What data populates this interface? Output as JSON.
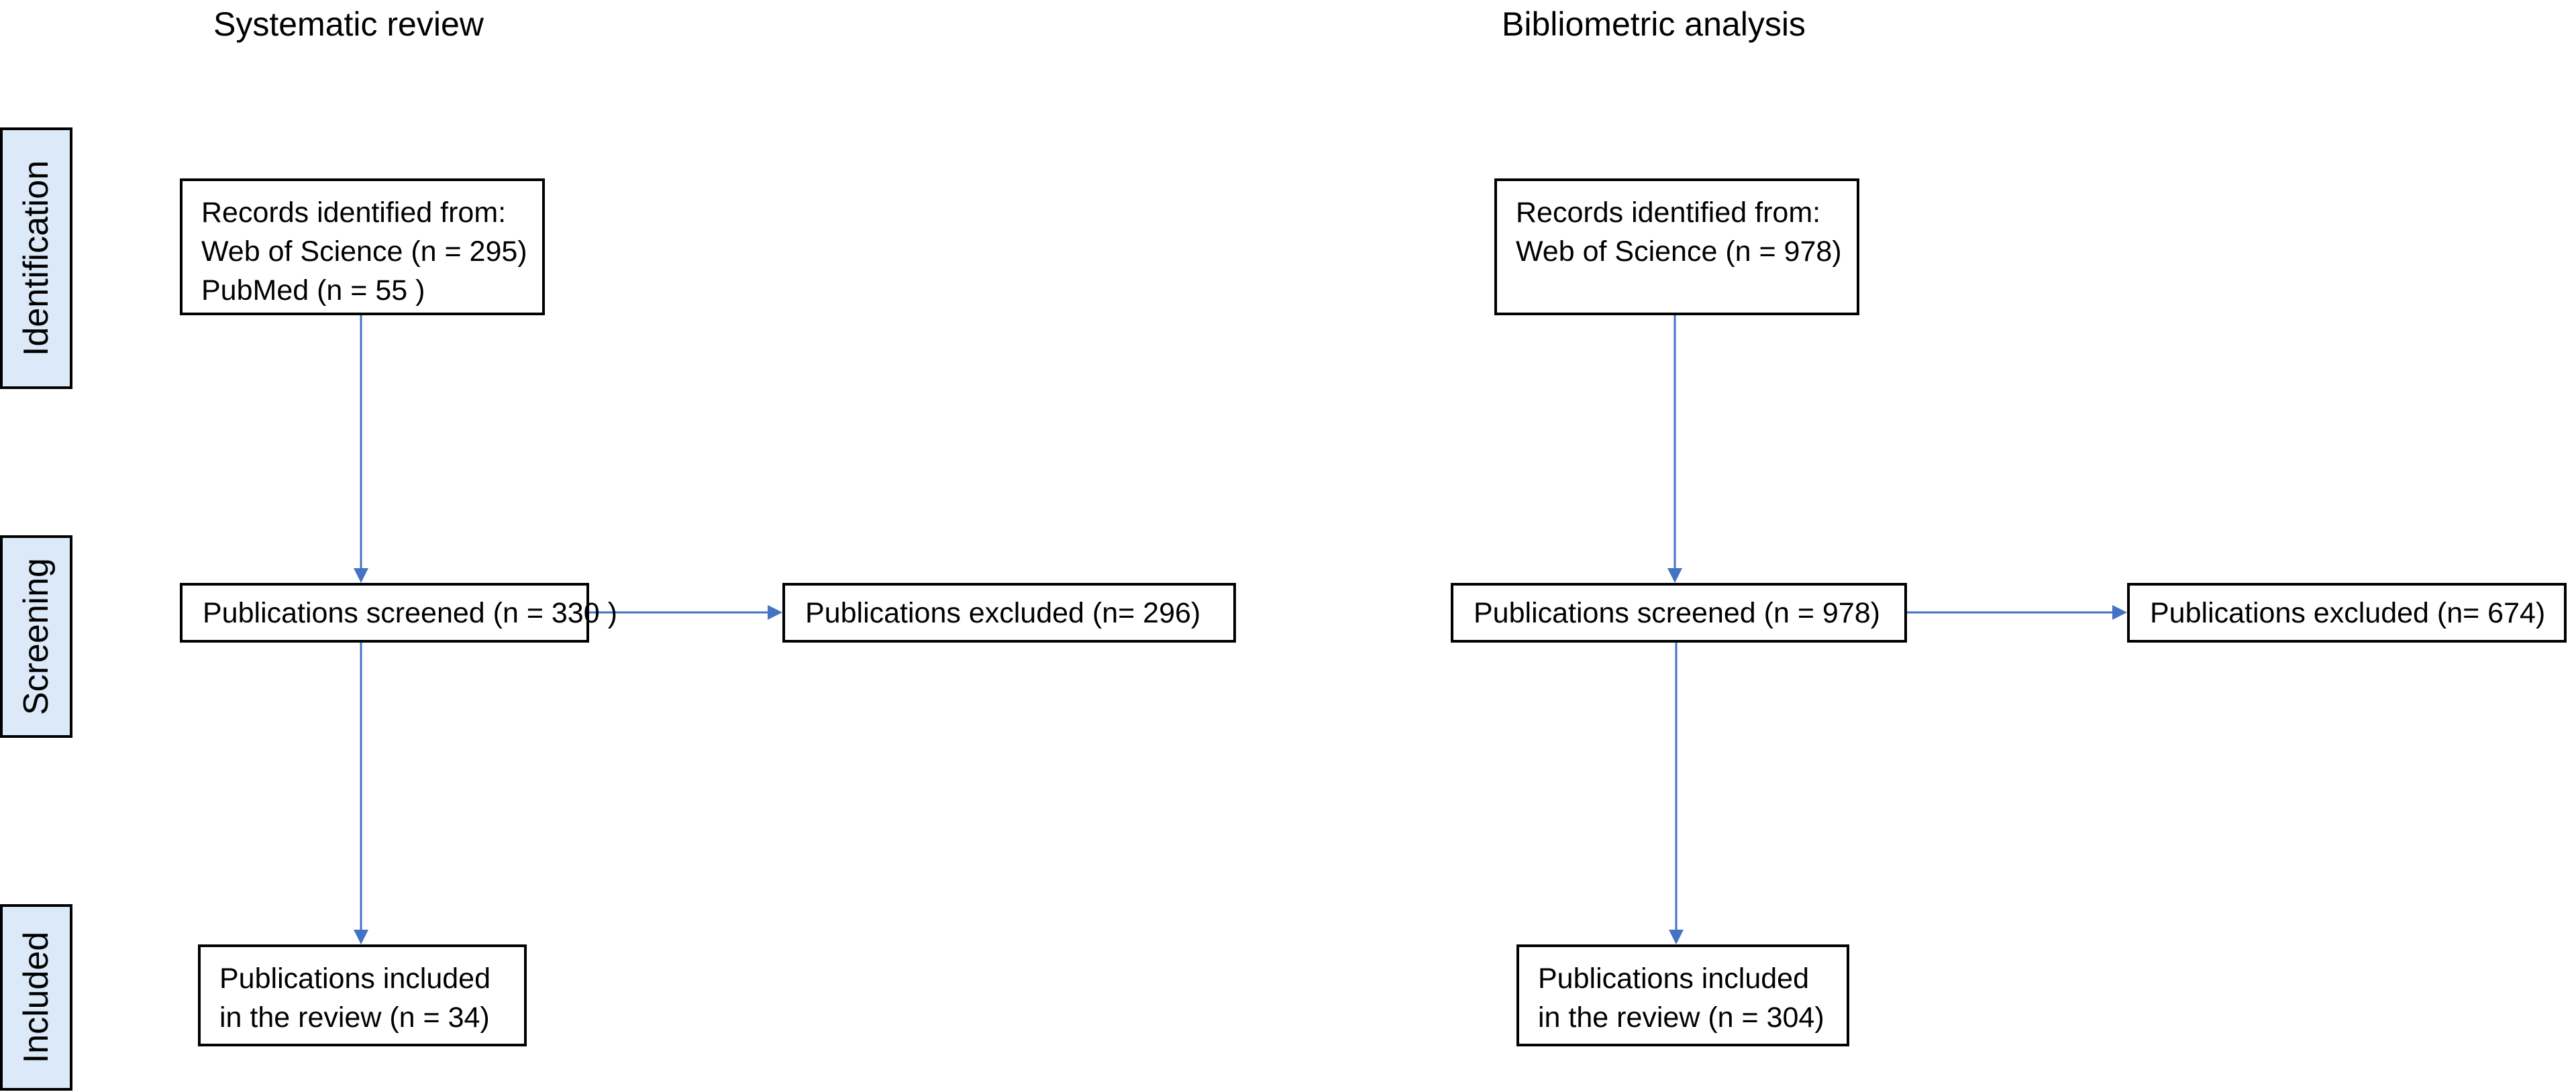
{
  "headings": {
    "systematic": "Systematic review",
    "bibliometric": "Bibliometric analysis"
  },
  "stages": {
    "identification": "Identification",
    "screening": "Screening",
    "included": "Included"
  },
  "systematic": {
    "records": {
      "line1": "Records identified from:",
      "line2": "Web of Science (n = 295)",
      "line3": "PubMed (n = 55  )"
    },
    "screened": "Publications screened (n = 330  )",
    "excluded": "Publications excluded (n= 296)",
    "included": {
      "line1": "Publications included",
      "line2": "in the review (n = 34)"
    }
  },
  "bibliometric": {
    "records": {
      "line1": "Records identified from:",
      "line2": "Web of Science (n = 978)"
    },
    "screened": "Publications screened (n = 978)",
    "excluded": "Publications excluded (n= 674)",
    "included": {
      "line1": "Publications included",
      "line2": "in the review (n = 304)"
    }
  },
  "colors": {
    "arrow": "#4472c4",
    "stage_fill": "#dbe9f8",
    "box_border": "#000000"
  }
}
